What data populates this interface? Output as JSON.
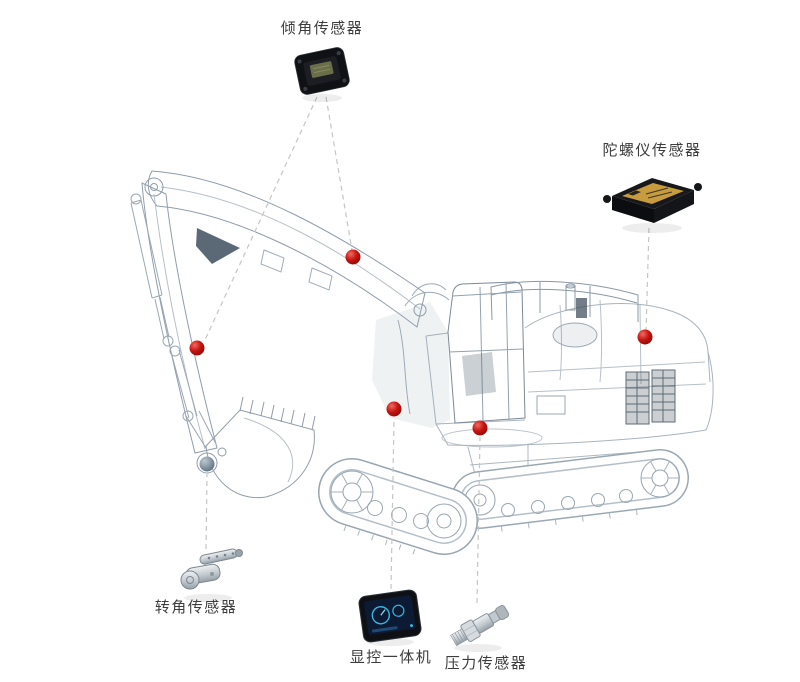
{
  "diagram": {
    "sensors": [
      {
        "id": "tilt",
        "label": "倾角传感器"
      },
      {
        "id": "gyro",
        "label": "陀螺仪传感器"
      },
      {
        "id": "angle",
        "label": "转角传感器"
      },
      {
        "id": "display",
        "label": "显控一体机"
      },
      {
        "id": "pressure",
        "label": "压力传感器"
      }
    ],
    "colors": {
      "marker_active": "#c01414",
      "marker_inactive": "#8293a0",
      "leader_line": "#c5c5c5",
      "wireframe": "#a8b4be",
      "background": "#ffffff"
    }
  }
}
